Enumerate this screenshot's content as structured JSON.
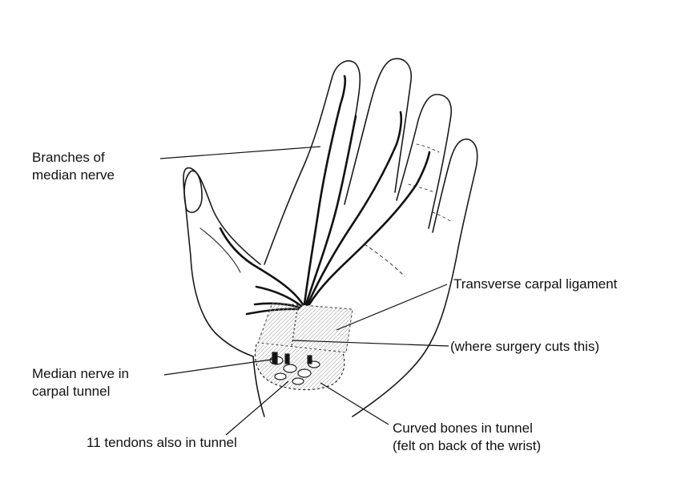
{
  "labels": {
    "branches": [
      "Branches of",
      "median nerve"
    ],
    "ligament": "Transverse carpal ligament",
    "surgery": "(where surgery cuts this)",
    "median_tunnel": [
      "Median nerve in",
      "carpal tunnel"
    ],
    "tendons": "11 tendons also in tunnel",
    "bones": [
      "Curved bones in tunnel",
      "(felt on back of the wrist)"
    ]
  }
}
